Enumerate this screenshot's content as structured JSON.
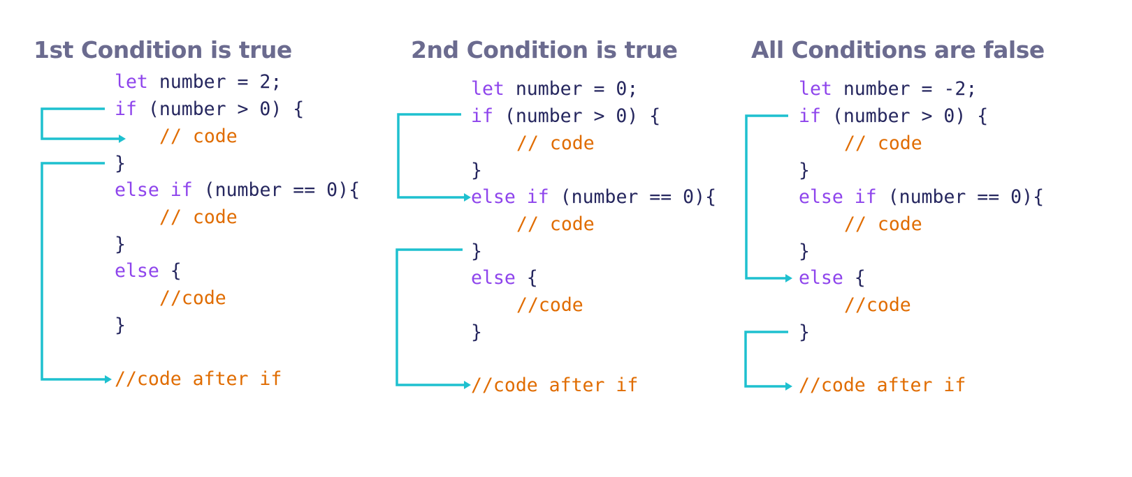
{
  "panels": [
    {
      "title": "1st Condition is true",
      "code": {
        "declaration": {
          "keyword": "let",
          "rest": " number = 2;"
        },
        "if_line": {
          "keyword": "if",
          "rest": " (number > 0) {"
        },
        "if_body": "// code",
        "if_close": "}",
        "else_if_line": {
          "keyword_else": "else",
          "keyword_if": "if",
          "rest": " (number == 0){"
        },
        "else_if_body": "// code",
        "else_if_close": "}",
        "else_line": {
          "keyword": "else",
          "rest": " {"
        },
        "else_body": "//code",
        "else_close": "}",
        "after": "//code after if"
      }
    },
    {
      "title": "2nd Condition is true",
      "code": {
        "declaration": {
          "keyword": "let",
          "rest": " number = 0;"
        },
        "if_line": {
          "keyword": "if",
          "rest": " (number > 0) {"
        },
        "if_body": "// code",
        "if_close": "}",
        "else_if_line": {
          "keyword_else": "else",
          "keyword_if": "if",
          "rest": " (number == 0){"
        },
        "else_if_body": "// code",
        "else_if_close": "}",
        "else_line": {
          "keyword": "else",
          "rest": " {"
        },
        "else_body": "//code",
        "else_close": "}",
        "after": "//code after if"
      }
    },
    {
      "title": "All Conditions are false",
      "code": {
        "declaration": {
          "keyword": "let",
          "rest": " number = -2;"
        },
        "if_line": {
          "keyword": "if",
          "rest": " (number > 0) {"
        },
        "if_body": "// code",
        "if_close": "}",
        "else_if_line": {
          "keyword_else": "else",
          "keyword_if": "if",
          "rest": " (number == 0){"
        },
        "else_if_body": "// code",
        "else_if_close": "}",
        "else_line": {
          "keyword": "else",
          "rest": " {"
        },
        "else_body": "//code",
        "else_close": "}",
        "after": "//code after if"
      }
    }
  ],
  "colors": {
    "title": "#6b6b8f",
    "keyword": "#8e44ec",
    "comment": "#e06c00",
    "text": "#25265e",
    "arrow": "#1ec0cf"
  }
}
